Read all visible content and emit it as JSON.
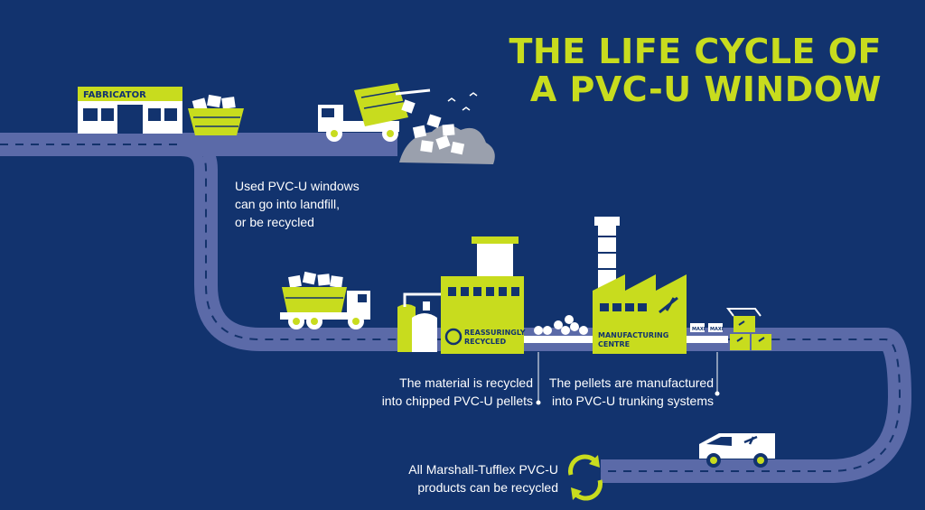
{
  "title": {
    "line1": "THE LIFE CYCLE OF",
    "line2": "A PVC-U WINDOW"
  },
  "labels": {
    "fabricator": "FABRICATOR",
    "recycled": "REASSURINGLY RECYCLED",
    "recycled_line1": "REASSURINGLY",
    "recycled_line2": "RECYCLED",
    "manufacturing_line1": "MANUFACTURING",
    "manufacturing_line2": "CENTRE",
    "box_tag_1": "MAXI",
    "box_tag_2": "MAXI"
  },
  "captions": {
    "landfill": [
      "Used PVC-U windows",
      "can go into landfill,",
      "or be recycled"
    ],
    "pellets": [
      "The material is recycled",
      "into chipped PVC-U pellets"
    ],
    "trunking": [
      "The pellets are manufactured",
      "into PVC-U trunking systems"
    ],
    "final": [
      "All Marshall-Tufflex PVC-U",
      "products can be recycled"
    ]
  },
  "colors": {
    "background": "#12336e",
    "accent": "#c8dc1e",
    "road": "#5b6aa8",
    "road_dash": "#13326b",
    "white": "#ffffff"
  },
  "icons": [
    "shop-icon",
    "skip-icon",
    "tipper-truck-icon",
    "landfill-heap-icon",
    "skip-truck-icon",
    "silo-icon",
    "recycling-plant-icon",
    "pellets-icon",
    "factory-icon",
    "boxes-icon",
    "van-icon",
    "recycle-icon"
  ]
}
